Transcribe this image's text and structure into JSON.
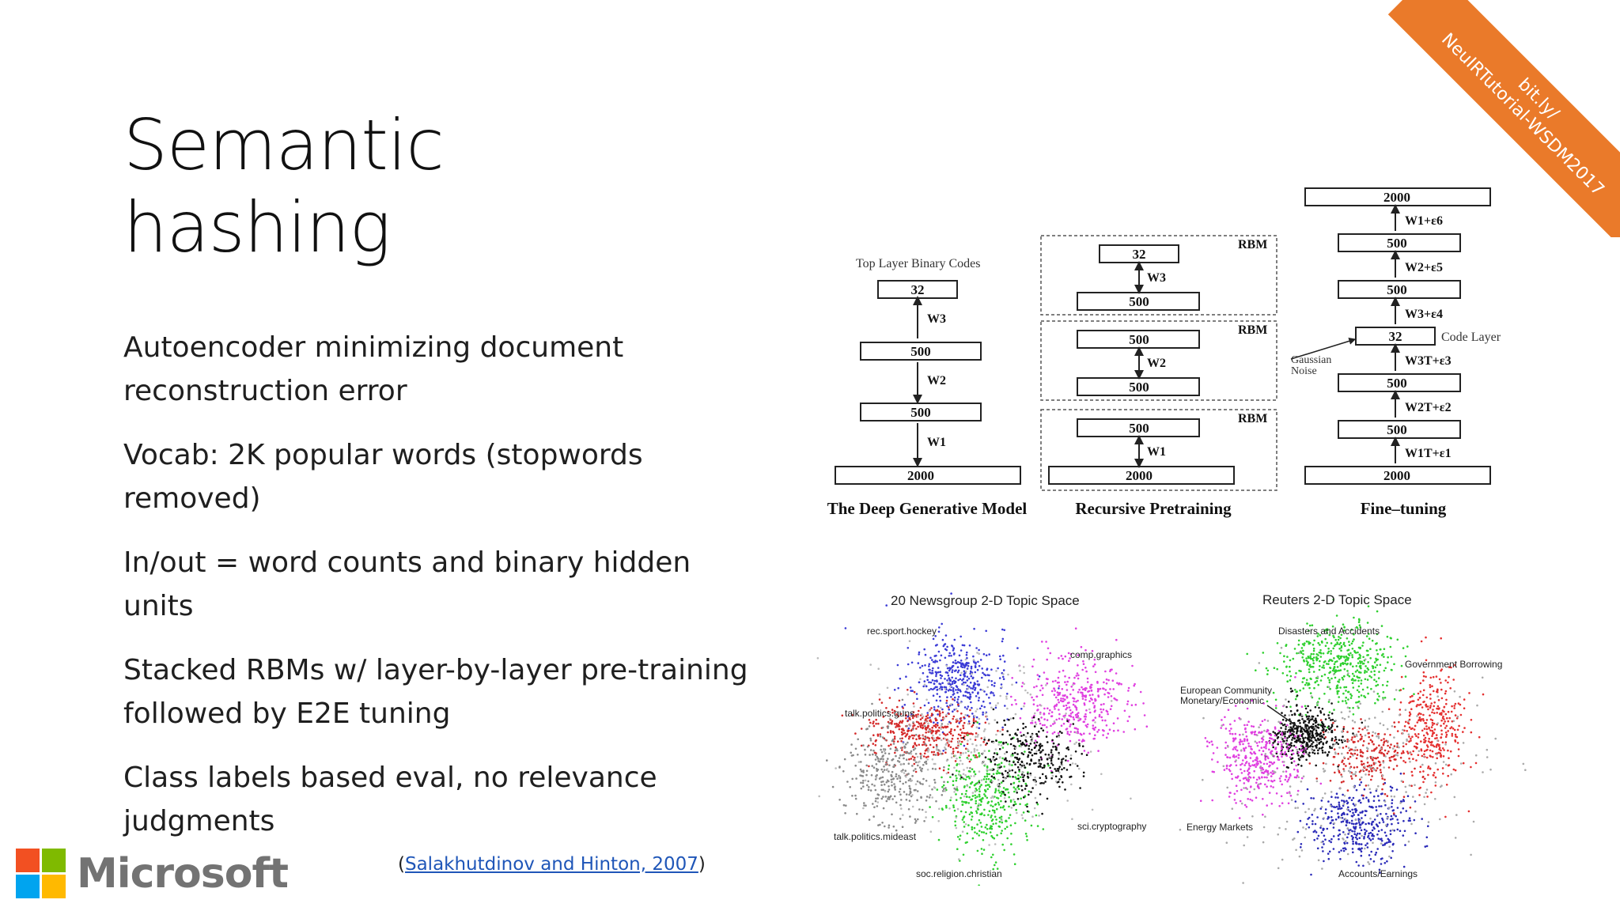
{
  "slide": {
    "title_line1": "Semantic",
    "title_line2": "hashing",
    "bullets": [
      {
        "line1": "Autoencoder minimizing document",
        "line2": "reconstruction error"
      },
      {
        "line1": "Vocab: 2K popular words (stopwords removed)",
        "line2": ""
      },
      {
        "line1": "In/out = word counts and binary hidden units",
        "line2": ""
      },
      {
        "line1": "Stacked RBMs w/ layer-by-layer pre-training",
        "line2": "followed by E2E tuning"
      },
      {
        "line1": "Class labels based eval, no relevance judgments",
        "line2": ""
      }
    ],
    "citation": {
      "open": "(",
      "link": "Salakhutdinov and Hinton, 2007",
      "close": ")"
    },
    "ribbon": {
      "line1": "bit.ly/",
      "line2": "NeuIRTutorial-WSDM2017"
    },
    "logo_word": "Microsoft",
    "logo_colors": [
      "#f25022",
      "#7fba00",
      "#00a4ef",
      "#ffb900"
    ],
    "ribbon_color": "#ea7a2a"
  },
  "diagram": {
    "gen": {
      "caption": "The Deep Generative Model",
      "top_label": "Top Layer Binary Codes",
      "layers": [
        "32",
        "500",
        "500",
        "2000"
      ],
      "weights": [
        "W3",
        "W2",
        "W1"
      ]
    },
    "pre": {
      "caption": "Recursive Pretraining",
      "rbm_label": "RBM",
      "rbm1": [
        "32",
        "500"
      ],
      "rbm1_w": "W3",
      "rbm2": [
        "500",
        "500"
      ],
      "rbm2_w": "W2",
      "rbm3": [
        "500",
        "2000"
      ],
      "rbm3_w": "W1"
    },
    "fine": {
      "caption": "Fine–tuning",
      "layers": [
        "2000",
        "500",
        "500",
        "32",
        "500",
        "500",
        "2000"
      ],
      "weights": [
        "W1+ε6",
        "W2+ε5",
        "W3+ε4",
        "W3T+ε3",
        "W2T+ε2",
        "W1T+ε1"
      ],
      "code_layer": "Code Layer",
      "noise_line1": "Gaussian",
      "noise_line2": "Noise"
    }
  },
  "topic_spaces": {
    "newsgroup": {
      "title": "20 Newsgroup 2-D Topic Space",
      "labels": [
        "rec.sport.hockey",
        "comp.graphics",
        "talk.politics.guns",
        "talk.politics.mideast",
        "sci.cryptography",
        "soc.religion.christian"
      ]
    },
    "reuters": {
      "title": "Reuters 2-D Topic Space",
      "labels": [
        "Disasters and Accidents",
        "Government Borrowing",
        "European Community",
        "Monetary/Economic",
        "Energy Markets",
        "Accounts/Earnings"
      ]
    }
  }
}
